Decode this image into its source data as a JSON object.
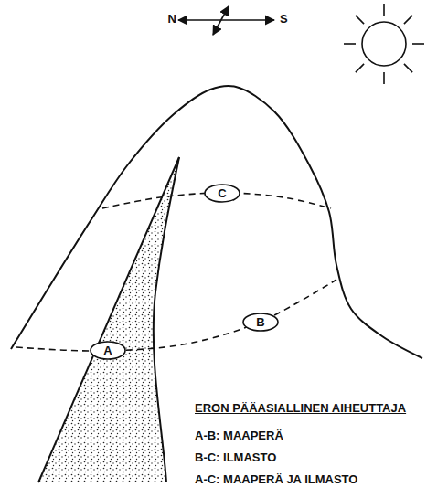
{
  "diagram": {
    "nodes": [
      {
        "text": [
          "A"
        ]
      },
      {
        "text": [
          "B"
        ]
      },
      {
        "text": [
          "C"
        ]
      }
    ],
    "labels": [
      "N",
      "S",
      "ERON PÄÄASIALLINEN AIHEUTTAJA",
      "A-B: MAAPERÄ",
      "B-C: ILMASTO",
      "A-C: MAAPERÄ JA ILMASTO"
    ]
  }
}
